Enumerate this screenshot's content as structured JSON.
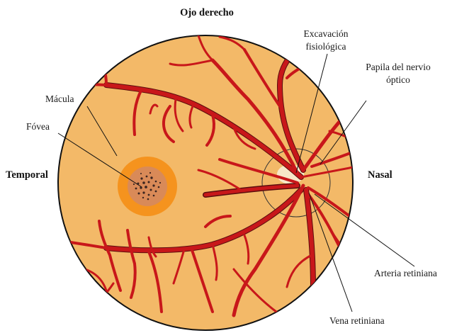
{
  "title": "Ojo derecho",
  "sides": {
    "left": "Temporal",
    "right": "Nasal"
  },
  "labels": {
    "excavacion_line1": "Excavación",
    "excavacion_line2": "fisiológica",
    "papila_line1": "Papila del nervio",
    "papila_line2": "óptico",
    "macula": "Mácula",
    "fovea": "Fóvea",
    "arteria": "Arteria retiniana",
    "vena": "Vena retiniana"
  },
  "colors": {
    "fundus": "#f3b968",
    "vessel": "#c8171a",
    "macula": "#f5931e",
    "fovea": "#7a4a3a",
    "disc": "#f7e7c8"
  }
}
